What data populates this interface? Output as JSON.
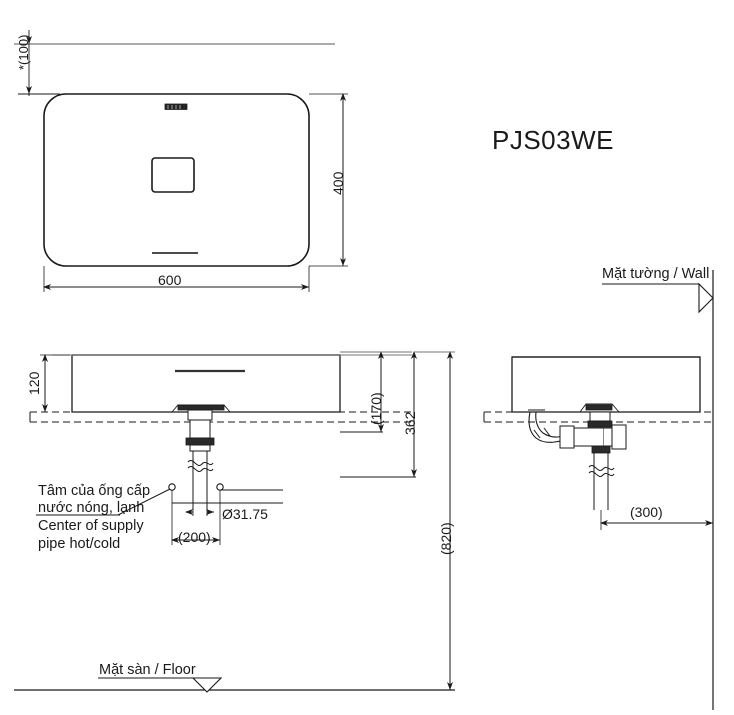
{
  "drawing": {
    "model_name": "PJS03WE",
    "title_type": "technical-dimension-drawing",
    "product": "washbasin"
  },
  "top_view": {
    "name": "top-view",
    "width_dim": "600",
    "depth_dim": "400",
    "wall_gap_dim": "*(100)"
  },
  "front_view": {
    "name": "front-elevation-view",
    "basin_height_dim": "120",
    "drain_center_height_dim": "(170)",
    "trap_height_dim": "362",
    "floor_height_dim": "(820)",
    "supply_spacing_dim": "(200)",
    "drain_pipe_dia_dim": "Ø31.75",
    "supply_note_vi_line1": "Tâm của ống cấp",
    "supply_note_vi_line2": "nước nóng, lạnh",
    "supply_note_en_line1": "Center of supply",
    "supply_note_en_line2": "pipe hot/cold",
    "floor_label": "Mặt sàn / Floor"
  },
  "side_view": {
    "name": "side-elevation-view",
    "wall_label": "Mặt tường / Wall",
    "wall_offset_dim": "(300)"
  },
  "colors": {
    "line": "#1a1a1a",
    "thin_line": "#555555",
    "background": "#ffffff",
    "fill_dark": "#222222"
  }
}
